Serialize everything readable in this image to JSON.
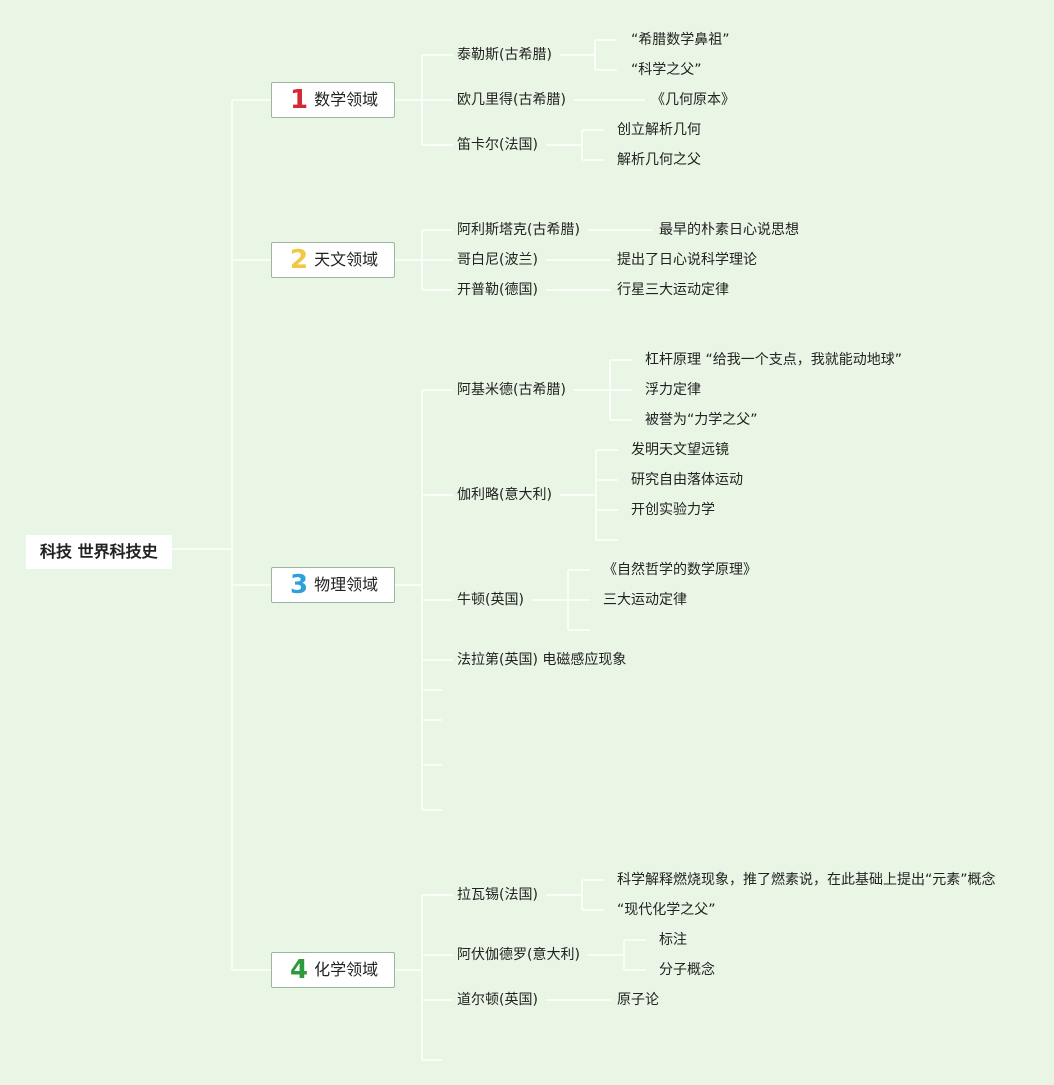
{
  "root": {
    "label": "科技 世界科技史"
  },
  "categories": [
    {
      "num": "1",
      "label": "数学领域",
      "num_color": "#d42a37",
      "people": [
        {
          "name": "泰勒斯(古希腊)",
          "facts": [
            "“希腊数学鼻祖”",
            "“科学之父”"
          ]
        },
        {
          "name": "欧几里得(古希腊)",
          "facts": [
            "《几何原本》"
          ]
        },
        {
          "name": "笛卡尔(法国)",
          "facts": [
            "创立解析几何",
            "解析几何之父"
          ]
        }
      ]
    },
    {
      "num": "2",
      "label": "天文领域",
      "num_color": "#f2c744",
      "people": [
        {
          "name": "阿利斯塔克(古希腊)",
          "facts": [
            "最早的朴素日心说思想"
          ]
        },
        {
          "name": "哥白尼(波兰)",
          "facts": [
            "提出了日心说科学理论"
          ]
        },
        {
          "name": "开普勒(德国)",
          "facts": [
            "行星三大运动定律"
          ]
        }
      ]
    },
    {
      "num": "3",
      "label": "物理领域",
      "num_color": "#2e9fd8",
      "people": [
        {
          "name": "阿基米德(古希腊)",
          "facts": [
            "杠杆原理 “给我一个支点，我就能动地球”",
            "浮力定律",
            "被誉为“力学之父”"
          ]
        },
        {
          "name": "伽利略(意大利)",
          "facts": [
            "发明天文望远镜",
            "研究自由落体运动",
            "开创实验力学"
          ]
        },
        {
          "name": "牛顿(英国)",
          "facts": [
            "《自然哲学的数学原理》",
            "三大运动定律"
          ]
        },
        {
          "name": "法拉第(英国) 电磁感应现象",
          "facts": []
        }
      ]
    },
    {
      "num": "4",
      "label": "化学领域",
      "num_color": "#2f9a3c",
      "people": [
        {
          "name": "拉瓦锡(法国)",
          "facts": [
            "科学解释燃烧现象，推了燃素说，在此基础上提出“元素”概念",
            "“现代化学之父”"
          ]
        },
        {
          "name": "阿伏伽德罗(意大利)",
          "facts": [
            "标注",
            "分子概念"
          ]
        },
        {
          "name": "道尔顿(英国)",
          "facts": [
            "原子论"
          ]
        }
      ]
    }
  ]
}
